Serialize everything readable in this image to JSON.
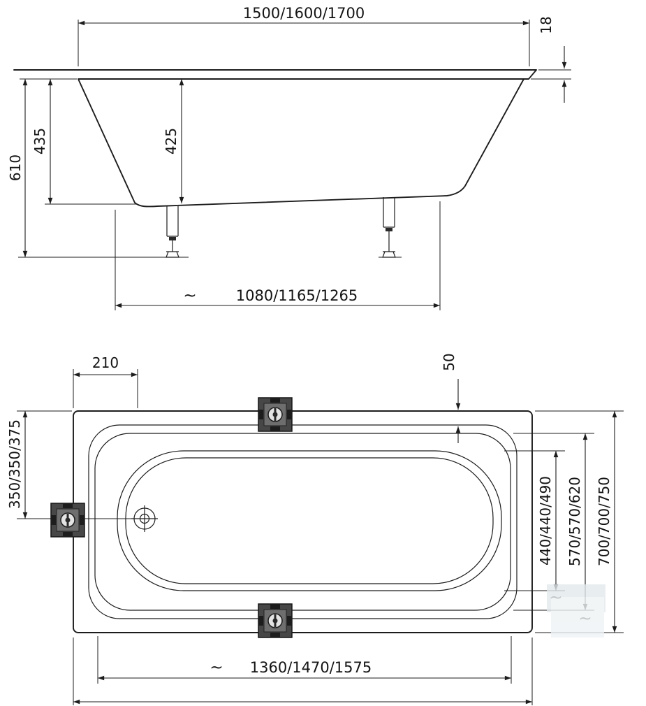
{
  "side": {
    "overall_length": "1500/1600/1700",
    "rim_thickness": "18",
    "total_height": "610",
    "shell_height": "435",
    "inner_depth": "425",
    "approx": "~",
    "base_length": "1080/1165/1265"
  },
  "top": {
    "drain_offset": "210",
    "rim_width": "50",
    "center_offset": "350/350/375",
    "basin_width": "440/440/490",
    "mid_width": "570/570/620",
    "overall_width": "700/700/750",
    "approx": "~",
    "basin_length": "1360/1470/1575",
    "approx_mark_1": "~",
    "approx_mark_2": "~"
  }
}
